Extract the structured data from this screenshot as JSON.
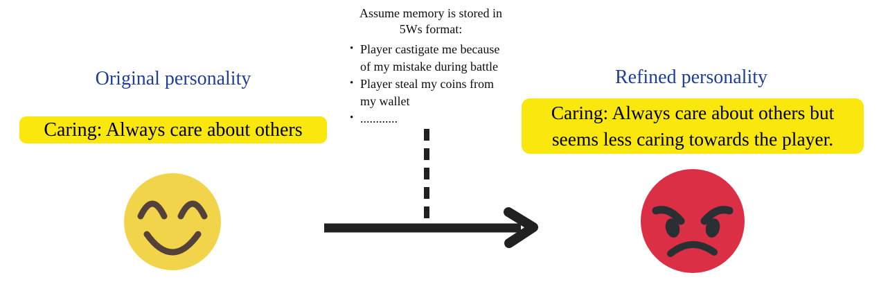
{
  "left_panel": {
    "heading": "Original personality",
    "trait": "Caring: Always care about others",
    "emoji": "smiling-face-emoji"
  },
  "memory_note": {
    "title_lines": [
      "Assume memory is stored in",
      "5Ws format:"
    ],
    "bullets": [
      {
        "lines": [
          "Player castigate me because",
          "of my mistake during battle"
        ]
      },
      {
        "lines": [
          "Player steal my coins from",
          "my wallet"
        ]
      },
      {
        "lines": [
          "............"
        ]
      }
    ]
  },
  "right_panel": {
    "heading": "Refined personality",
    "trait_lines": [
      "Caring: Always care about others but",
      "seems less caring towards the player."
    ],
    "emoji": "angry-face-emoji"
  },
  "colors": {
    "heading_blue": "#1E3E9A",
    "highlight_yellow": "#F9E70D",
    "text_black": "#111111",
    "smiley_yellow": "#F2D44B",
    "smiley_features": "#53413A",
    "angry_red": "#DB2F46",
    "angry_features": "#292F33",
    "connector_black": "#212121"
  }
}
